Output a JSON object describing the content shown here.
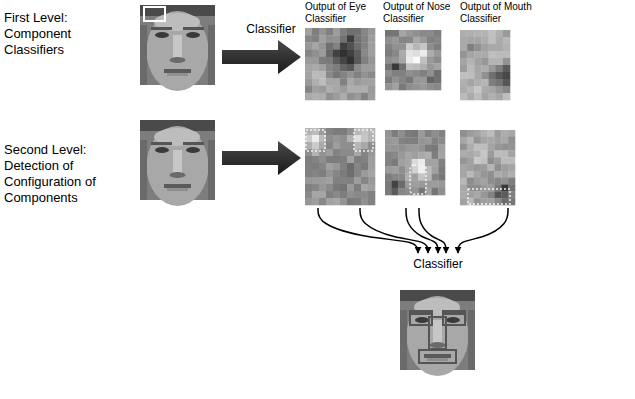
{
  "diagram": {
    "nodes": [
      {
        "text": [
          "Output of Eye Classifier"
        ]
      },
      {
        "text": [
          "Output of Nose Classifier"
        ]
      },
      {
        "text": [
          "Output of Mouth Classifier"
        ]
      },
      {
        "text": [
          "Classifier"
        ]
      }
    ],
    "edges": [
      {
        "from": 0,
        "to": 3,
        "arrow": "to"
      },
      {
        "from": 0,
        "to": 3,
        "arrow": "to"
      },
      {
        "from": 1,
        "to": 3,
        "arrow": "to"
      },
      {
        "from": 1,
        "to": 3,
        "arrow": "to"
      },
      {
        "from": 2,
        "to": 3,
        "arrow": "to"
      }
    ],
    "labels": [
      "First Level: Component Classifiers",
      "Classifier",
      "Second Level: Detection of Configuration of Components"
    ]
  }
}
